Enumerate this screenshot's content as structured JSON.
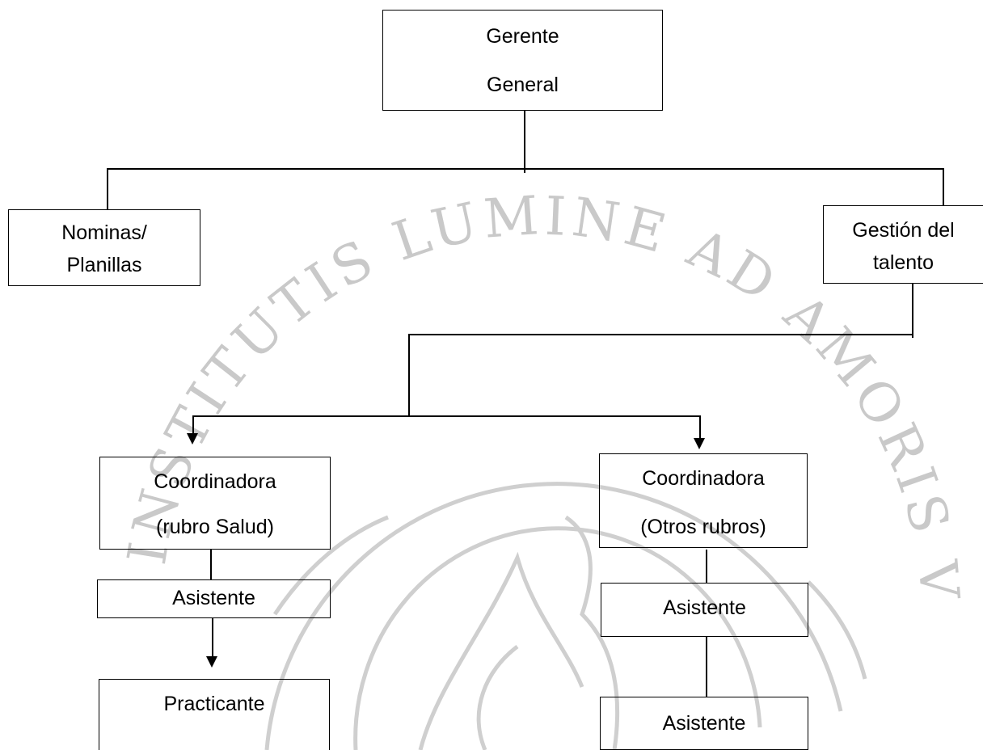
{
  "watermark": {
    "text": "INSTITUTIS LUMINE AD AMORIS VI",
    "color": "#c9c9c9"
  },
  "nodes": {
    "gerente_general": {
      "lines": [
        "Gerente",
        "General"
      ]
    },
    "nominas_planillas": {
      "lines": [
        "Nominas/",
        "Planillas"
      ]
    },
    "gestion_del_talento": {
      "lines": [
        "Gestión del",
        "talento"
      ]
    },
    "coordinadora_salud": {
      "lines": [
        "Coordinadora",
        "(rubro Salud)"
      ]
    },
    "coordinadora_otros": {
      "lines": [
        "Coordinadora",
        "(Otros rubros)"
      ]
    },
    "asistente_salud": {
      "lines": [
        "Asistente"
      ]
    },
    "asistente_otros_1": {
      "lines": [
        "Asistente"
      ]
    },
    "asistente_otros_2": {
      "lines": [
        "Asistente"
      ]
    },
    "practicante": {
      "lines": [
        "Practicante"
      ]
    }
  },
  "colors": {
    "line": "#000000",
    "background": "#ffffff"
  }
}
